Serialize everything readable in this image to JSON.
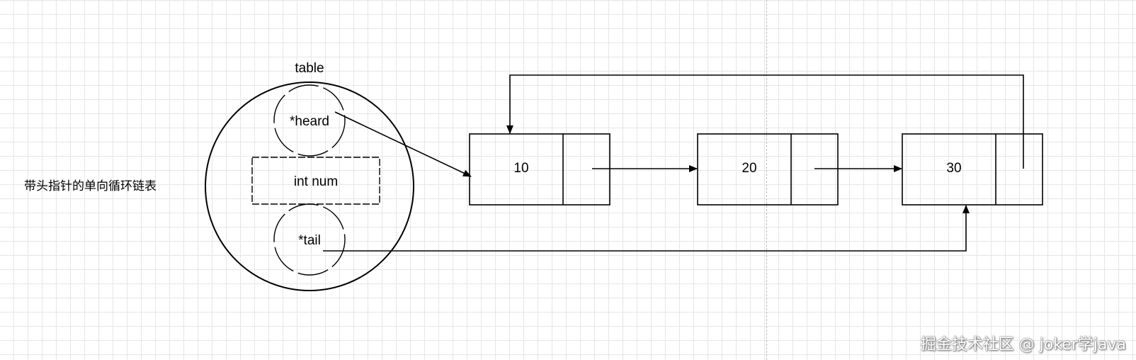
{
  "diagram": {
    "caption": "带头指针的单向循环链表",
    "table": {
      "label": "table",
      "head_field": "*heard",
      "num_field": "int num",
      "tail_field": "*tail"
    },
    "nodes": [
      {
        "value": "10"
      },
      {
        "value": "20"
      },
      {
        "value": "30"
      }
    ]
  },
  "watermark": "掘金技术社区 @ joker学java",
  "colors": {
    "stroke": "#000000",
    "grid": "#e6e6e6",
    "background": "#ffffff"
  }
}
